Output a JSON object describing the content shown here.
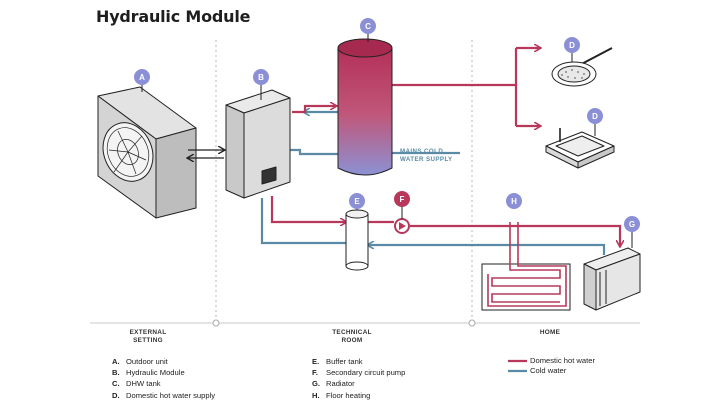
{
  "title": "Hydraulic Module",
  "badges": {
    "a": "A",
    "b": "B",
    "c": "C",
    "d1": "D",
    "d2": "D",
    "e": "E",
    "f": "F",
    "g": "G",
    "h": "H"
  },
  "mains_label": {
    "line1": "MAINS COLD",
    "line2": "WATER SUPPLY"
  },
  "zones": [
    {
      "line1": "EXTERNAL",
      "line2": "SETTING"
    },
    {
      "line1": "TECHNICAL",
      "line2": "ROOM"
    },
    {
      "line1": "HOME",
      "line2": ""
    }
  ],
  "legend_left": [
    {
      "key": "A.",
      "text": "Outdoor unit"
    },
    {
      "key": "B.",
      "text": "Hydraulic Module"
    },
    {
      "key": "C.",
      "text": "DHW  tank"
    },
    {
      "key": "D.",
      "text": "Domestic hot water supply"
    }
  ],
  "legend_mid": [
    {
      "key": "E.",
      "text": "Buffer tank"
    },
    {
      "key": "F.",
      "text": "Secondary circuit pump"
    },
    {
      "key": "G.",
      "text": "Radiator"
    },
    {
      "key": "H.",
      "text": "Floor heating"
    }
  ],
  "line_key": [
    {
      "label": "Domestic hot water",
      "color": "#b8385c"
    },
    {
      "label": "Cold water",
      "color": "#5a8aa6"
    }
  ],
  "colors": {
    "hot": "#b8385c",
    "cold": "#5a8aa6",
    "badge": "#8b8fd6",
    "tank_top": "#b22c55",
    "tank_bottom": "#8c91d3"
  }
}
